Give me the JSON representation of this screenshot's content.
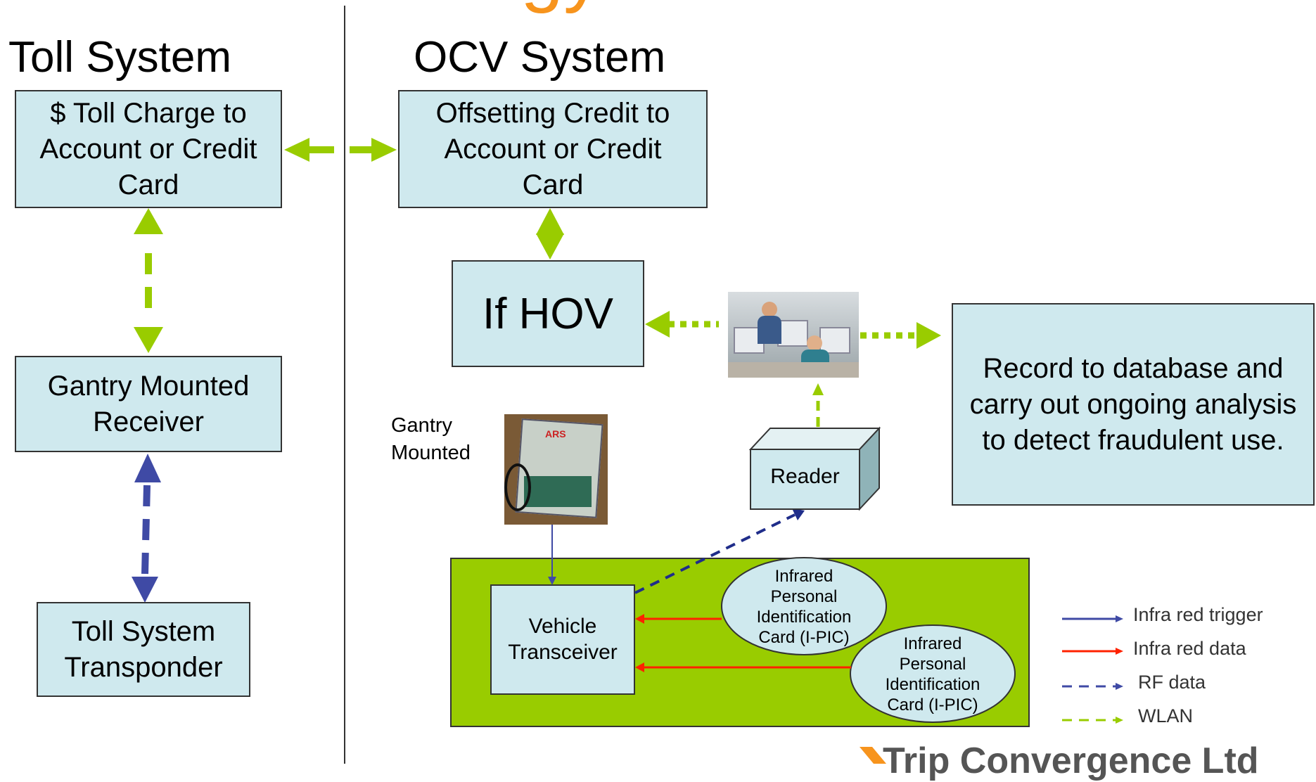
{
  "slide": {
    "title_fragment": "gy",
    "company": "Trip Convergence Ltd"
  },
  "left_column": {
    "heading": "Toll System",
    "toll_charge_box": "$ Toll Charge to Account or Credit Card",
    "gantry_receiver_box": "Gantry Mounted Receiver",
    "transponder_box": "Toll System Transponder"
  },
  "right_column": {
    "heading": "OCV System",
    "offsetting_credit_box": "Offsetting Credit to Account or Credit Card",
    "if_hov_box": "If HOV",
    "record_box": "Record to database and carry out ongoing analysis to detect fraudulent use.",
    "gantry_label": "Gantry\nMounted",
    "reader_box": "Reader",
    "vehicle_transceiver_box": "Vehicle Transceiver",
    "ipic_ellipse_1": "Infrared Personal Identification Card (I-PIC)",
    "ipic_ellipse_2": "Infrared Personal Identification Card (I-PIC)"
  },
  "device_label_text": "ARS",
  "legend": [
    {
      "label": "Infra red trigger",
      "style": "solid",
      "color": "#3f4aa5"
    },
    {
      "label": "Infra red data",
      "style": "solid",
      "color": "#ff2200"
    },
    {
      "label": "RF data",
      "style": "dashed",
      "color": "#3f4aa5"
    },
    {
      "label": "WLAN",
      "style": "dashed",
      "color": "#99cc00"
    }
  ],
  "colors": {
    "box_fill": "#cfe9ee",
    "wlan_green": "#99cc00",
    "ir_blue": "#3f4aa5",
    "ir_red": "#ff2200",
    "title_orange": "#f7941d",
    "vehicle_area_green": "#99cc00"
  }
}
